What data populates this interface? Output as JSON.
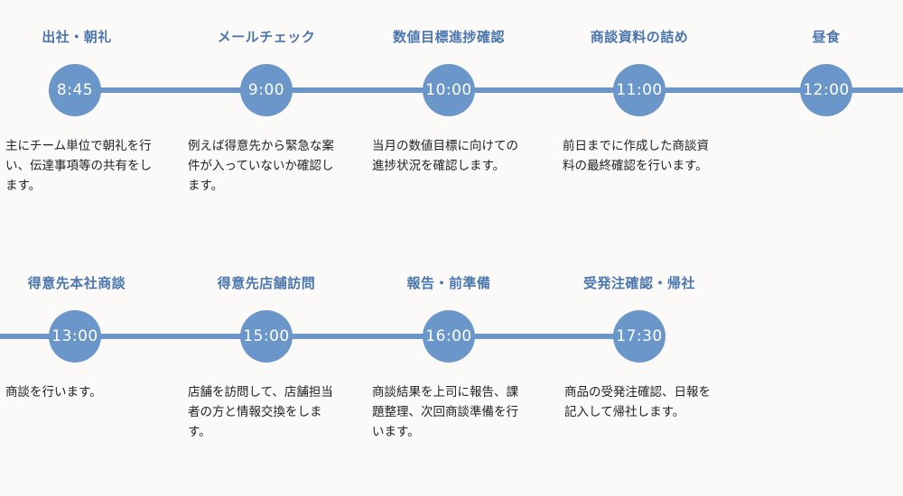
{
  "schedule": [
    {
      "title": "出社・朝礼",
      "time": "8:45",
      "description": "主にチーム単位で朝礼を行い、伝達事項等の共有をします。"
    },
    {
      "title": "メールチェック",
      "time": "9:00",
      "description": "例えば得意先から緊急な案件が入っていないか確認します。"
    },
    {
      "title": "数値目標進捗確認",
      "time": "10:00",
      "description": "当月の数値目標に向けての進捗状況を確認します。"
    },
    {
      "title": "商談資料の詰め",
      "time": "11:00",
      "description": "前日までに作成した商談資料の最終確認を行います。"
    },
    {
      "title": "昼食",
      "time": "12:00",
      "description": ""
    },
    {
      "title": "得意先本社商談",
      "time": "13:00",
      "description": "商談を行います。"
    },
    {
      "title": "得意先店舗訪問",
      "time": "15:00",
      "description": "店舗を訪問して、店舗担当者の方と情報交換をします。"
    },
    {
      "title": "報告・前準備",
      "time": "16:00",
      "description": "商談結果を上司に報告、課題整理、次回商談準備を行います。"
    },
    {
      "title": "受発注確認・帰社",
      "time": "17:30",
      "description": "商品の受発注確認、日報を記入して帰社します。"
    }
  ],
  "colors": {
    "accent": "#6a96c9",
    "title": "#4a76ad",
    "text": "#222222",
    "background": "#fbfaf9"
  }
}
